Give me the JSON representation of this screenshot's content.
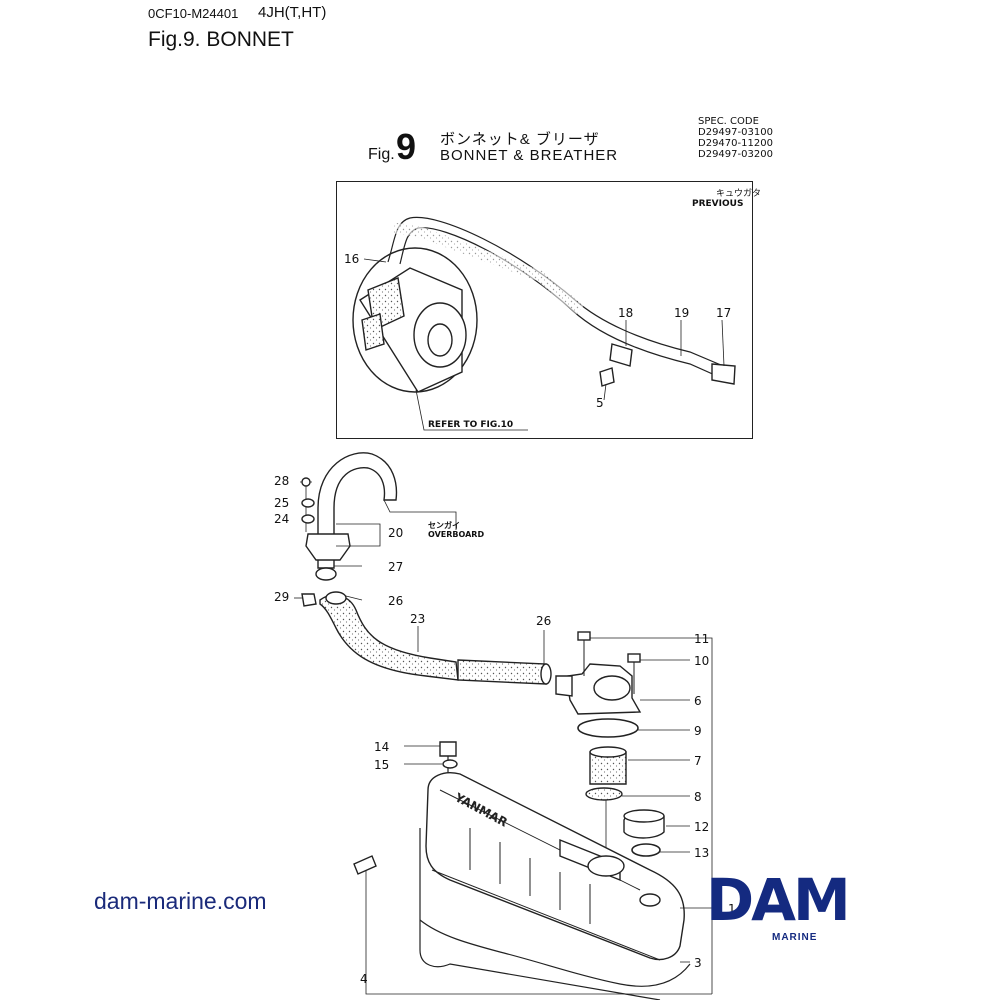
{
  "header": {
    "code": "0CF10-M24401",
    "model": "4JH(T,HT)",
    "title": "Fig.9.  BONNET"
  },
  "diagram": {
    "fig_label": "Fig.",
    "fig_number": "9",
    "title_jp": "ボンネット& ブリーザ",
    "title_en": "BONNET & BREATHER",
    "spec_lines": [
      "SPEC. CODE",
      "D29497-03100",
      "D29470-11200",
      "D29497-03200"
    ],
    "previous_jp": "キュウガタ",
    "previous_en": "PREVIOUS",
    "refer_note": "REFER TO FIG.10",
    "overboard_jp": "センガイ",
    "overboard_en": "OVERBOARD",
    "brand_on_cover": "YANMAR"
  },
  "callouts": {
    "c16": "16",
    "c18": "18",
    "c19": "19",
    "c17": "17",
    "c5": "5",
    "c28": "28",
    "c25": "25",
    "c24": "24",
    "c20": "20",
    "c27": "27",
    "c29": "29",
    "c26a": "26",
    "c23": "23",
    "c26b": "26",
    "c11": "11",
    "c10": "10",
    "c6": "6",
    "c9": "9",
    "c7": "7",
    "c8": "8",
    "c14": "14",
    "c15": "15",
    "c12": "12",
    "c13": "13",
    "c1": "1",
    "c3": "3",
    "c4": "4"
  },
  "footer": {
    "website": "dam-marine.com",
    "logo": "DAM",
    "logo_sub": "MARINE"
  },
  "colors": {
    "logo": "#142a80",
    "line": "#222222"
  }
}
